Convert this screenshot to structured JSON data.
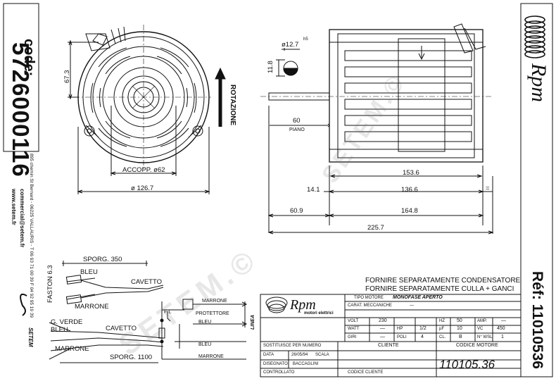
{
  "left_panel": {
    "code_label": "code:",
    "code_number": "5726000116",
    "website": "www.setem.fr",
    "email": "commercial@setem.fr",
    "address": "895 chemin St Bernard - 06225 VALLAURIS - T 06 93 71 00 39 F 04 92 95 19 39",
    "logo_name": "SETEM"
  },
  "right_panel": {
    "brand": "Rpm",
    "ref": "Réf: 11010536"
  },
  "front_view": {
    "dim_height": "67.3",
    "accopp": "ACCOPP. ø62",
    "diameter": "ø 126.7",
    "rotation": "ROTAZIONE"
  },
  "side_view": {
    "shaft_dia": "ø12.7",
    "shaft_tol": "h5",
    "flat": "11.8",
    "piano_len": "60",
    "piano": "PIANO",
    "d153": "153.6",
    "d141": "14.1",
    "d1366": "136.6",
    "eq": "=",
    "d609": "60.9",
    "d1648": "164.8",
    "d2257": "225.7"
  },
  "wiring": {
    "sporg_350": "SPORG. 350",
    "faston": "FASTON 6.3",
    "bleu_1": "BLEU",
    "cavetto_1": "CAVETTO",
    "marrone_1": "MARRONE",
    "g_verde": "G. VERDE",
    "bleu_2": "BLEU",
    "cavetto_2": "CAVETTO",
    "marrone_2": "MARRONE",
    "sporg_1100": "SPORG. 1100"
  },
  "schematic": {
    "fl": "F-L",
    "marrone_top": "MARRONE",
    "protettore": "PROTETTORE",
    "bleu_top": "BLEU",
    "linea": "LINEA",
    "bleu_bot": "BLEU",
    "marrone_bot": "MARRONE"
  },
  "notes": {
    "line1": "FORNIRE SEPARATAMENTE CONDENSATORE",
    "line2": "FORNIRE SEPARATAMENTE CULLA + GANCI"
  },
  "title_block": {
    "brand": "Rpm",
    "brand_sub": "motori elettrici",
    "tipo_label": "TIPO MOTORE",
    "tipo_value": "MONOFASE APERTO",
    "carat_label": "CARAT. MECCANICHE",
    "carat_value": "—",
    "volt_label": "VOLT",
    "volt_value": "230",
    "hz_label": "HZ",
    "hz_value": "50",
    "amp_label": "AMP.",
    "amp_value": "—",
    "watt_label": "WATT",
    "watt_value": "—",
    "hp_label": "HP",
    "hp_value": "1/2",
    "uf_label": "µF",
    "uf_value": "10",
    "vc_label": "VC",
    "vc_value": "450",
    "giri_label": "GIRI",
    "giri_value": "—",
    "poli_label": "POLI",
    "poli_value": "4",
    "cl_label": "CL.",
    "cl_value": "B",
    "wsl_label": "N° WSL",
    "wsl_value": "1",
    "sost_label": "SOSTITUISCE PER NUMERO",
    "cliente_label": "CLIENTE",
    "codice_motore_label": "CODICE MOTORE",
    "data_label": "DATA",
    "data_value": "26/05/94",
    "scala_label": "SCALA",
    "disegnato_label": "DISEGNATO",
    "disegnato_value": "BACCAGLINI",
    "controllato_label": "CONTROLLATO",
    "codice_cliente_label": "CODICE CLIENTE",
    "codice_motore_value": "110105.36"
  },
  "watermark": "SETEM.©"
}
